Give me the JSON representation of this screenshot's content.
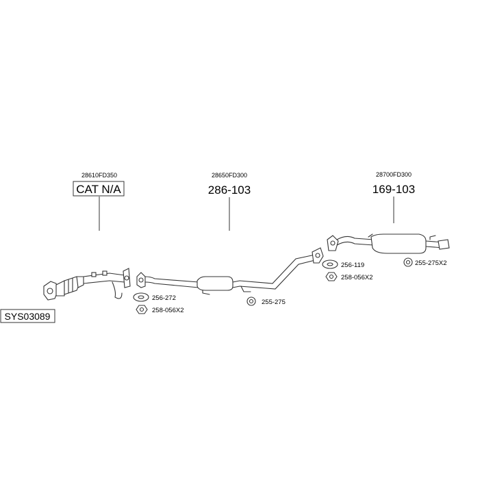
{
  "system_code": "SYS03089",
  "sections": [
    {
      "oem": "28610FD350",
      "code": "CAT N/A",
      "boxed": true
    },
    {
      "oem": "28650FD300",
      "code": "286-103",
      "boxed": false
    },
    {
      "oem": "28700FD300",
      "code": "169-103",
      "boxed": false
    }
  ],
  "fittings": [
    {
      "code": "256-272",
      "icon": "gasket-icon"
    },
    {
      "code": "258-056X2",
      "icon": "nut-icon"
    },
    {
      "code": "255-275",
      "icon": "rubber-mount-icon"
    },
    {
      "code": "256-119",
      "icon": "gasket-icon"
    },
    {
      "code": "258-056X2",
      "icon": "nut-icon"
    },
    {
      "code": "255-275X2",
      "icon": "rubber-mount-icon"
    }
  ]
}
